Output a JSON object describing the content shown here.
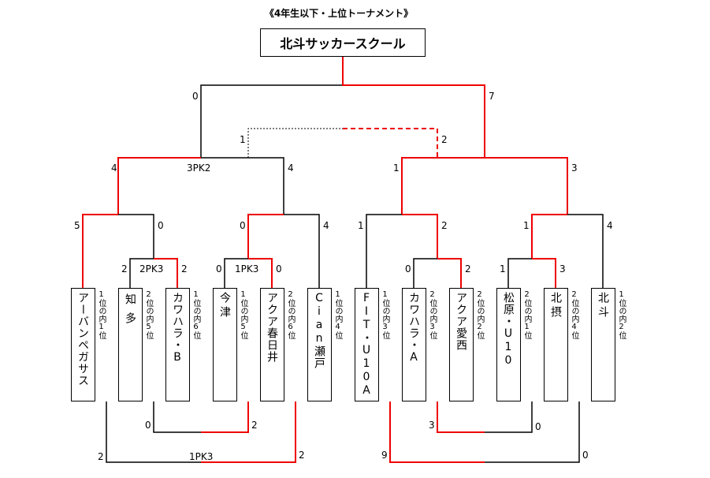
{
  "title": "《4年生以下・上位トーナメント》",
  "champion": "北斗サッカースクール",
  "teams": [
    {
      "name": "アーバンペガサス",
      "rank": "1位の内1位"
    },
    {
      "name": "知多",
      "rank": "2位の内5位"
    },
    {
      "name": "カワハラ・B",
      "rank": "1位の内6位"
    },
    {
      "name": "今津",
      "rank": "1位の内5位"
    },
    {
      "name": "アクア春日井",
      "rank": "2位の内6位"
    },
    {
      "name": "Cian瀬戸",
      "rank": "1位の内4位"
    },
    {
      "name": "FIT・U10A",
      "rank": "1位の内3位"
    },
    {
      "name": "カワハラ・A",
      "rank": "2位の内3位"
    },
    {
      "name": "アクア愛西",
      "rank": "2位の内2位"
    },
    {
      "name": "松原・U10",
      "rank": "2位の内1位"
    },
    {
      "name": "北摂",
      "rank": "2位の内4位"
    },
    {
      "name": "北斗",
      "rank": "1位の内2位"
    }
  ],
  "scores": {
    "final_left": "0",
    "final_right": "7",
    "third_left": "1",
    "third_right": "2",
    "sf_left_a": "4",
    "sf_left_pk": "3PK2",
    "sf_left_b": "4",
    "sf_right_a": "1",
    "sf_right_b": "3",
    "r1_a": "5",
    "r1_b": "0",
    "r1_c": "0",
    "r1_d": "4",
    "r1_e": "1",
    "r1_f": "2",
    "r1_g": "1",
    "r1_h": "4",
    "r0_a": "2",
    "r0_a_pk": "2PK3",
    "r0_b": "2",
    "r0_c": "0",
    "r0_c_pk": "1PK3",
    "r0_d": "0",
    "r0_e": "0",
    "r0_f": "2",
    "r0_g": "1",
    "r0_h": "3",
    "c1_l": "0",
    "c1_r": "2",
    "c2_l": "3",
    "c2_r": "0",
    "c3_l": "2",
    "c3_pk": "1PK3",
    "c3_r": "2",
    "c4_l": "9",
    "c4_r": "0"
  }
}
